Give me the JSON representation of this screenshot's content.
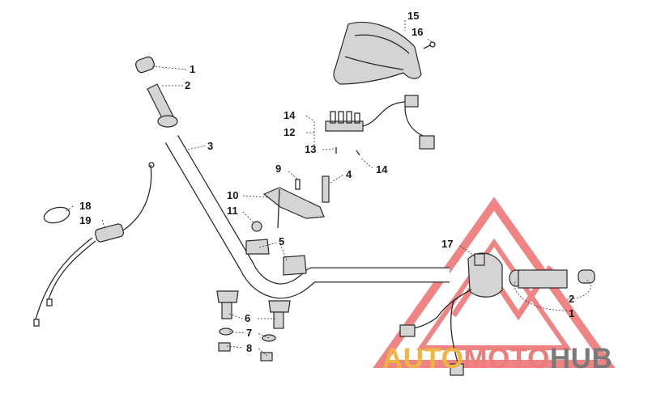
{
  "callouts": [
    {
      "id": "c1a",
      "text": "1"
    },
    {
      "id": "c2a",
      "text": "2"
    },
    {
      "id": "c3",
      "text": "3"
    },
    {
      "id": "c4",
      "text": "4"
    },
    {
      "id": "c5",
      "text": "5"
    },
    {
      "id": "c6",
      "text": "6"
    },
    {
      "id": "c7",
      "text": "7"
    },
    {
      "id": "c8",
      "text": "8"
    },
    {
      "id": "c9",
      "text": "9"
    },
    {
      "id": "c10",
      "text": "10"
    },
    {
      "id": "c11",
      "text": "11"
    },
    {
      "id": "c12",
      "text": "12"
    },
    {
      "id": "c13",
      "text": "13"
    },
    {
      "id": "c14a",
      "text": "14"
    },
    {
      "id": "c14b",
      "text": "14"
    },
    {
      "id": "c15",
      "text": "15"
    },
    {
      "id": "c16",
      "text": "16"
    },
    {
      "id": "c17",
      "text": "17"
    },
    {
      "id": "c18",
      "text": "18"
    },
    {
      "id": "c19",
      "text": "19"
    },
    {
      "id": "c2b",
      "text": "2"
    },
    {
      "id": "c1b",
      "text": "1"
    }
  ],
  "watermark": {
    "part1": "AUTO",
    "part2": "MOTO",
    "part3": "HUB",
    "colors": {
      "auto": "#f0b440",
      "moto": "#ee7c7c",
      "hub": "#7a7a7a",
      "triangle": "#ee6e6e"
    }
  }
}
